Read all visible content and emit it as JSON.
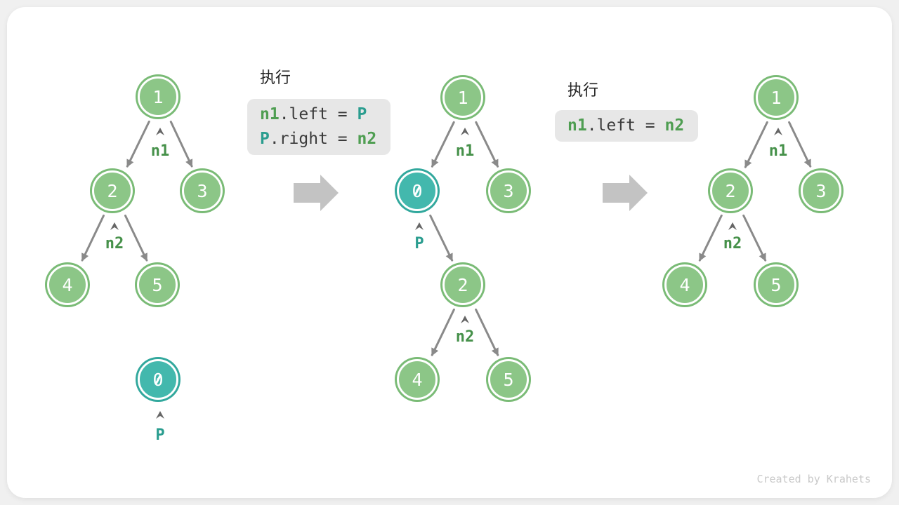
{
  "credit": "Created by Krahets",
  "colors": {
    "node_green": "#8cc687",
    "node_green_ring": "#7abb76",
    "node_teal": "#43b8ad",
    "node_teal_ring": "#32a89d",
    "pointer_green": "#46914a",
    "pointer_teal": "#2a9d8f",
    "code_green": "#4f9e52",
    "code_teal": "#2a9d8f",
    "code_plain": "#3b3b3b",
    "code_background": "#e7e7e7",
    "edge_gray": "#8a8a8a",
    "big_arrow_gray": "#c3c3c3",
    "credit_gray": "#c9c9c9"
  },
  "steps": [
    {
      "label": "执行",
      "code": [
        [
          {
            "text": "n1",
            "type": "green"
          },
          {
            "text": ".left = ",
            "type": "plain"
          },
          {
            "text": "P",
            "type": "teal"
          }
        ],
        [
          {
            "text": "P",
            "type": "teal"
          },
          {
            "text": ".right = ",
            "type": "plain"
          },
          {
            "text": "n2",
            "type": "green"
          }
        ]
      ]
    },
    {
      "label": "执行",
      "code": [
        [
          {
            "text": "n1",
            "type": "green"
          },
          {
            "text": ".left = ",
            "type": "plain"
          },
          {
            "text": "n2",
            "type": "green"
          }
        ]
      ]
    }
  ],
  "trees": [
    {
      "nodes": [
        {
          "v": "1",
          "type": "green"
        },
        {
          "v": "2",
          "type": "green"
        },
        {
          "v": "3",
          "type": "green"
        },
        {
          "v": "4",
          "type": "green"
        },
        {
          "v": "5",
          "type": "green"
        },
        {
          "v": "0",
          "type": "teal"
        }
      ],
      "pointers": [
        {
          "t": "n1",
          "type": "green"
        },
        {
          "t": "n2",
          "type": "green"
        },
        {
          "t": "P",
          "type": "teal"
        }
      ]
    },
    {
      "nodes": [
        {
          "v": "1",
          "type": "green"
        },
        {
          "v": "0",
          "type": "teal"
        },
        {
          "v": "3",
          "type": "green"
        },
        {
          "v": "2",
          "type": "green"
        },
        {
          "v": "4",
          "type": "green"
        },
        {
          "v": "5",
          "type": "green"
        }
      ],
      "pointers": [
        {
          "t": "n1",
          "type": "green"
        },
        {
          "t": "P",
          "type": "teal"
        },
        {
          "t": "n2",
          "type": "green"
        }
      ]
    },
    {
      "nodes": [
        {
          "v": "1",
          "type": "green"
        },
        {
          "v": "2",
          "type": "green"
        },
        {
          "v": "3",
          "type": "green"
        },
        {
          "v": "4",
          "type": "green"
        },
        {
          "v": "5",
          "type": "green"
        }
      ],
      "pointers": [
        {
          "t": "n1",
          "type": "green"
        },
        {
          "t": "n2",
          "type": "green"
        }
      ]
    }
  ]
}
